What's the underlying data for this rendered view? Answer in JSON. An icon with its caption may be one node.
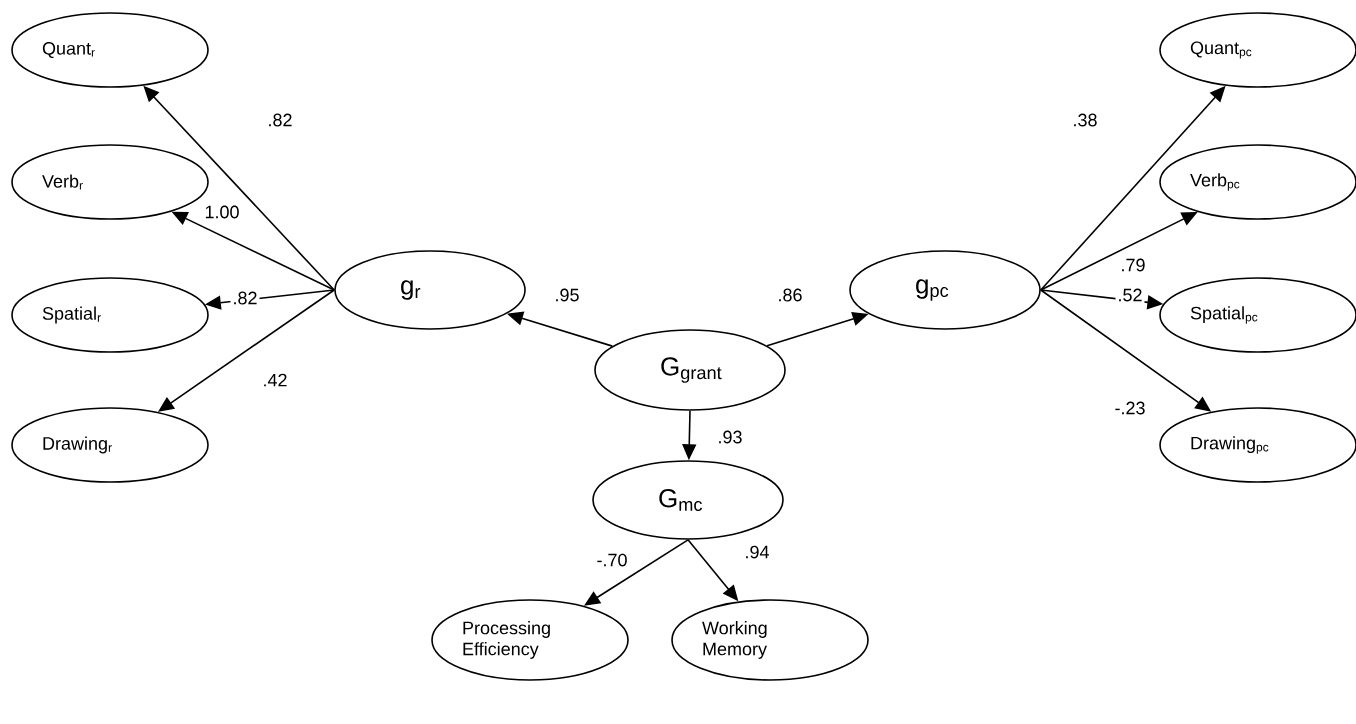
{
  "diagram": {
    "nodes": [
      {
        "text": [
          "Quant$_{r}$"
        ]
      },
      {
        "text": [
          "Verb$_{r}$"
        ]
      },
      {
        "text": [
          "Spatial$_{r}$"
        ]
      },
      {
        "text": [
          "Drawing$_{r}$"
        ]
      },
      {
        "text": [
          "g$_{r}$"
        ]
      },
      {
        "text": [
          "G$_{grant}$"
        ]
      },
      {
        "text": [
          "g$_{pc}$"
        ]
      },
      {
        "text": [
          "Quant$_{pc}$"
        ]
      },
      {
        "text": [
          "Verb$_{pc}$"
        ]
      },
      {
        "text": [
          "Spatial$_{pc}$"
        ]
      },
      {
        "text": [
          "Drawing$_{pc}$"
        ]
      },
      {
        "text": [
          "G$_{mc}$"
        ]
      },
      {
        "text": [
          "Processing Efficiency"
        ]
      },
      {
        "text": [
          "Working Memory"
        ]
      }
    ],
    "edges": [
      {
        "from": 4,
        "to": 0,
        "arrow": "to",
        "label": ".82"
      },
      {
        "from": 4,
        "to": 1,
        "arrow": "to",
        "label": "1.00"
      },
      {
        "from": 4,
        "to": 2,
        "arrow": "to",
        "label": ".82"
      },
      {
        "from": 4,
        "to": 3,
        "arrow": "to",
        "label": ".42"
      },
      {
        "from": 5,
        "to": 4,
        "arrow": "to",
        "label": ".95"
      },
      {
        "from": 5,
        "to": 6,
        "arrow": "to",
        "label": ".86"
      },
      {
        "from": 5,
        "to": 11,
        "arrow": "to",
        "label": ".93"
      },
      {
        "from": 6,
        "to": 7,
        "arrow": "to",
        "label": ".38"
      },
      {
        "from": 6,
        "to": 8,
        "arrow": "to",
        "label": ".79"
      },
      {
        "from": 6,
        "to": 9,
        "arrow": "to",
        "label": ".52"
      },
      {
        "from": 6,
        "to": 10,
        "arrow": "to",
        "label": "-.23"
      },
      {
        "from": 11,
        "to": 12,
        "arrow": "to",
        "label": "-.70"
      },
      {
        "from": 11,
        "to": 13,
        "arrow": "to",
        "label": ".94"
      }
    ]
  }
}
